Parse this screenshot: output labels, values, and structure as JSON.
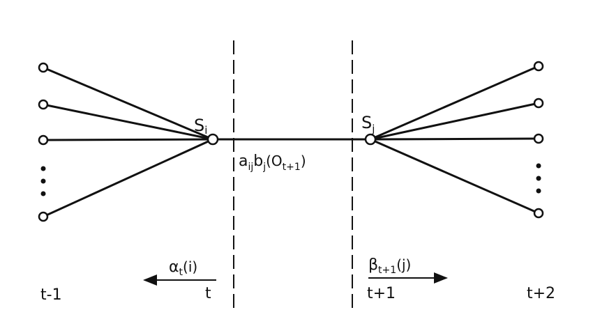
{
  "nodes": {
    "left_state": {
      "label": "S",
      "sub": "i"
    },
    "right_state": {
      "label": "S",
      "sub": "j"
    }
  },
  "edge_label": {
    "a": "a",
    "a_sub": "ij",
    "b": "b",
    "b_sub": "j",
    "o_open": "(O",
    "o_sub": "t+1",
    "o_close": ")"
  },
  "forward": {
    "label": "α",
    "sub": "t",
    "arg": "(i)"
  },
  "backward": {
    "label": "β",
    "sub": "t+1",
    "arg": "(j)"
  },
  "time_labels": {
    "t_minus_1": "t-1",
    "t": "t",
    "t_plus_1": "t+1",
    "t_plus_2": "t+2"
  },
  "ellipsis": "⋮"
}
